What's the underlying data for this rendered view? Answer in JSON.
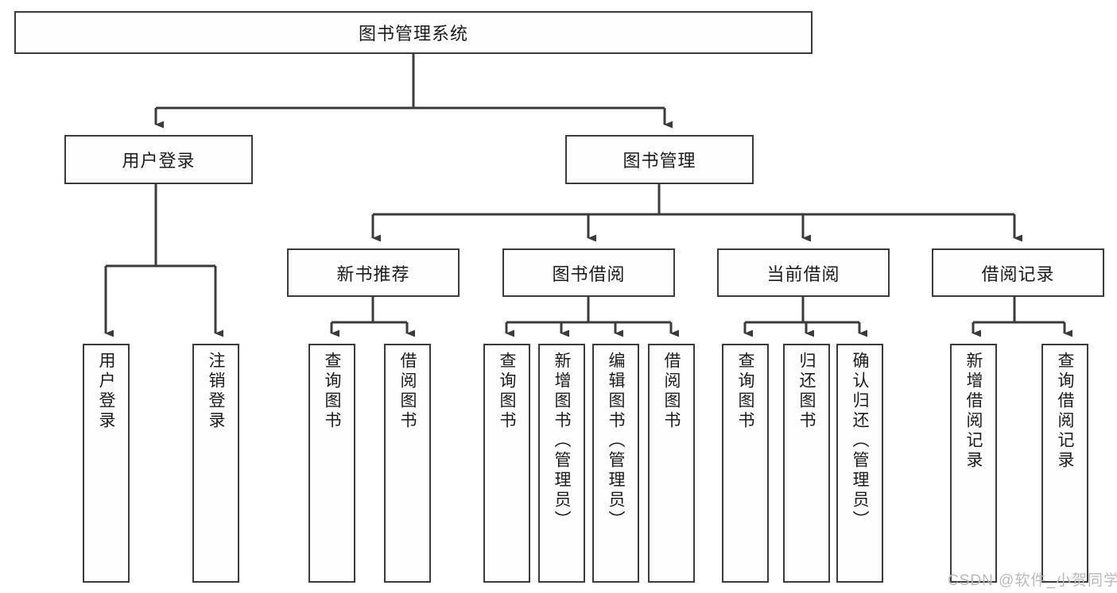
{
  "diagram": {
    "title": "图书管理系统",
    "watermark": "CSDN @软件_小贺同学",
    "stroke_color": "#3b3b3b",
    "fill_color": "#fefefe",
    "text_color": "#1b1b1b",
    "watermark_color": "#b9b9b9"
  },
  "root": {
    "label": "图书管理系统"
  },
  "level2": [
    {
      "label": "用户登录"
    },
    {
      "label": "图书管理"
    }
  ],
  "level3": [
    {
      "label": "新书推荐"
    },
    {
      "label": "图书借阅"
    },
    {
      "label": "当前借阅"
    },
    {
      "label": "借阅记录"
    }
  ],
  "leaves": {
    "user_login": [
      {
        "label": "用户登录"
      },
      {
        "label": "注销登录"
      }
    ],
    "new_book": [
      {
        "label": "查询图书"
      },
      {
        "label": "借阅图书"
      }
    ],
    "borrow_book": [
      {
        "label": "查询图书"
      },
      {
        "label": "新增图书（管理员）"
      },
      {
        "label": "编辑图书（管理员）"
      },
      {
        "label": "借阅图书"
      }
    ],
    "current_borrow": [
      {
        "label": "查询图书"
      },
      {
        "label": "归还图书"
      },
      {
        "label": "确认归还（管理员）"
      }
    ],
    "borrow_record": [
      {
        "label": "新增借阅记录"
      },
      {
        "label": "查询借阅记录"
      }
    ]
  }
}
